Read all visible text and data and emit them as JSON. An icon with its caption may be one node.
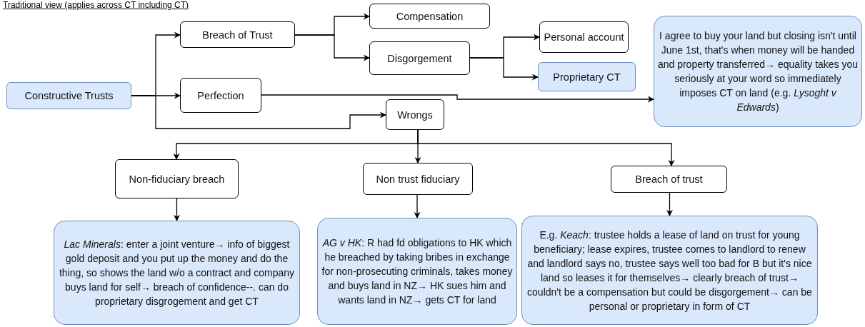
{
  "diagram": {
    "title": "Traditional view (applies across CT including CT)",
    "nodes": [
      {
        "text": [
          "Constructive Trusts"
        ]
      },
      {
        "text": [
          "Breach of Trust"
        ]
      },
      {
        "text": [
          "Perfection"
        ]
      },
      {
        "text": [
          "Wrongs"
        ]
      },
      {
        "text": [
          "Compensation"
        ]
      },
      {
        "text": [
          "Disgorgement"
        ]
      },
      {
        "text": [
          "Personal account"
        ]
      },
      {
        "text": [
          "Proprietary CT"
        ]
      },
      {
        "text": [
          "I agree to buy your land but closing isn't until June 1st, that's when money will be handed and property transferred→ equality takes you seriously at your word so immediately imposes CT on land (e.g. *Lysoght v Edwards*)"
        ]
      },
      {
        "text": [
          "Non-fiduciary breach"
        ]
      },
      {
        "text": [
          "Non trust fiduciary"
        ]
      },
      {
        "text": [
          "Breach of trust"
        ]
      },
      {
        "text": [
          "*Lac Minerals*: enter a joint venture→ info of biggest gold deposit and you put up the money and do the thing, so shows the land w/o a contract and company buys land for self→ breach of confidence--. can do proprietary disgrogement and get CT"
        ]
      },
      {
        "text": [
          "*AG v HK*: R had fd obligations to HK which he breached by taking bribes in exchange for non-prosecuting criminals, takes money and buys land in NZ→ HK sues him and wants land in NZ→ gets CT for land"
        ]
      },
      {
        "text": [
          "E.g. *Keach*: trustee holds a lease of land on trust for young beneficiary; lease expires, trustee comes to landlord to renew and landlord says no, trustee says well too bad for B but it's nice land so leases it for themselves→ clearly breach of trust→ couldn't be a compensation but could be disgorgement→ can be personal or proprietary in form of CT"
        ]
      }
    ],
    "edges": [
      {
        "from": 0,
        "to": 1,
        "arrow": "to"
      },
      {
        "from": 0,
        "to": 2,
        "arrow": "to"
      },
      {
        "from": 0,
        "to": 3,
        "arrow": "to"
      },
      {
        "from": 1,
        "to": 4,
        "arrow": "to"
      },
      {
        "from": 1,
        "to": 5,
        "arrow": "to"
      },
      {
        "from": 5,
        "to": 6,
        "arrow": "to"
      },
      {
        "from": 5,
        "to": 7,
        "arrow": "to"
      },
      {
        "from": 2,
        "to": 8,
        "arrow": "to"
      },
      {
        "from": 3,
        "to": 9,
        "arrow": "to"
      },
      {
        "from": 3,
        "to": 10,
        "arrow": "to"
      },
      {
        "from": 3,
        "to": 11,
        "arrow": "to"
      },
      {
        "from": 9,
        "to": 12,
        "arrow": "to"
      },
      {
        "from": 10,
        "to": 13,
        "arrow": "to"
      },
      {
        "from": 11,
        "to": 14,
        "arrow": "to"
      }
    ]
  }
}
